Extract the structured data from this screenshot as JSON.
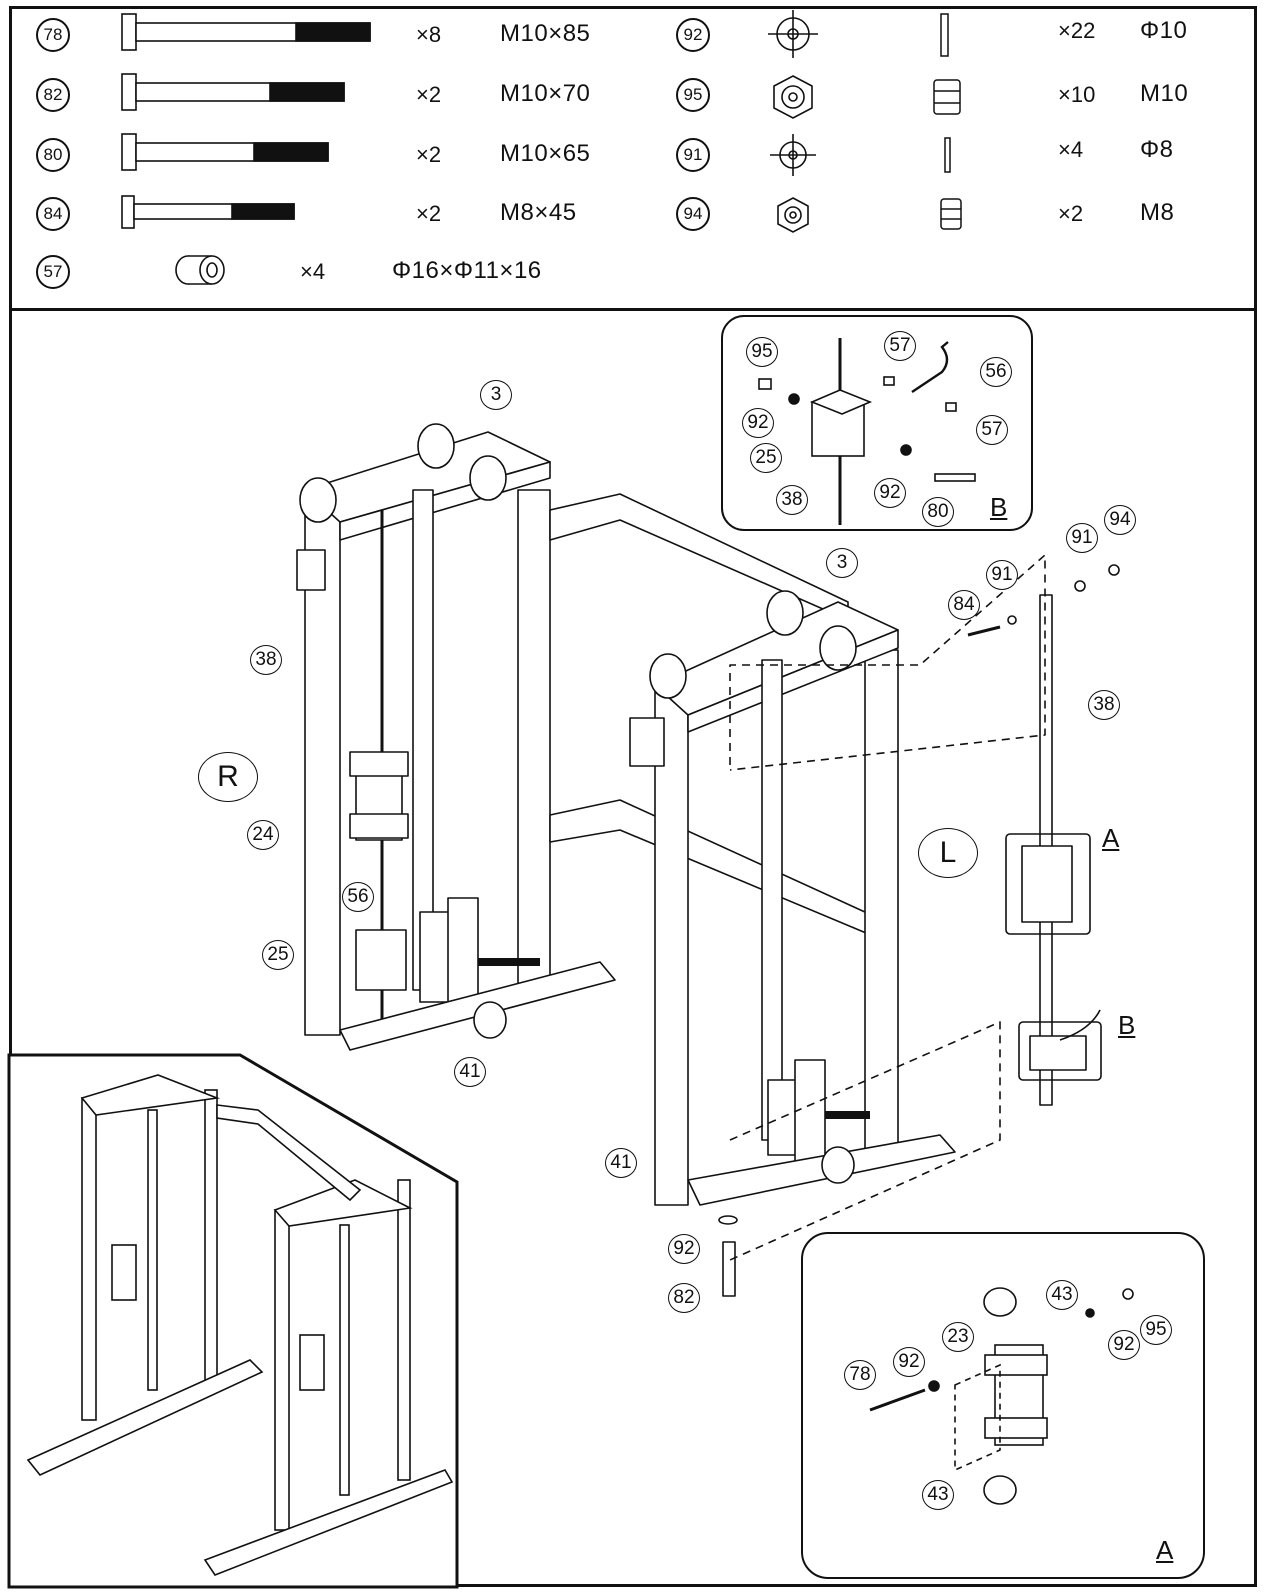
{
  "hardware": [
    {
      "id": "78",
      "qty": "×8",
      "spec": "M10×85"
    },
    {
      "id": "82",
      "qty": "×2",
      "spec": "M10×70"
    },
    {
      "id": "80",
      "qty": "×2",
      "spec": "M10×65"
    },
    {
      "id": "84",
      "qty": "×2",
      "spec": "M8×45"
    },
    {
      "id": "57",
      "qty": "×4",
      "spec": "Φ16×Φ11×16"
    },
    {
      "id": "92",
      "qty": "×22",
      "spec": "Φ10"
    },
    {
      "id": "95",
      "qty": "×10",
      "spec": "M10"
    },
    {
      "id": "91",
      "qty": "×4",
      "spec": "Φ8"
    },
    {
      "id": "94",
      "qty": "×2",
      "spec": "M8"
    }
  ],
  "callouts": {
    "frame_left_top": "3",
    "frame_right_top": "3",
    "cable_left": "38",
    "carriage_left": "24",
    "hook_left": "56",
    "block_left": "25",
    "base_left": "41",
    "base_right": "41",
    "washer_bottom": "92",
    "bolt_bottom": "82",
    "bolt_84": "84",
    "washer_91a": "91",
    "washer_91b": "91",
    "nut_94": "94",
    "rod_38": "38",
    "b_95": "95",
    "b_92a": "92",
    "b_57a": "57",
    "b_56": "56",
    "b_57b": "57",
    "b_25": "25",
    "b_38": "38",
    "b_92b": "92",
    "b_80": "80",
    "a_43a": "43",
    "a_23": "23",
    "a_92a": "92",
    "a_95": "95",
    "a_78": "78",
    "a_92b": "92",
    "a_43b": "43"
  },
  "side_marks": {
    "right": "R",
    "left": "L"
  },
  "panel_letters": {
    "detail_b": "B",
    "detail_a": "A",
    "rod_a": "A",
    "rod_b": "B"
  }
}
